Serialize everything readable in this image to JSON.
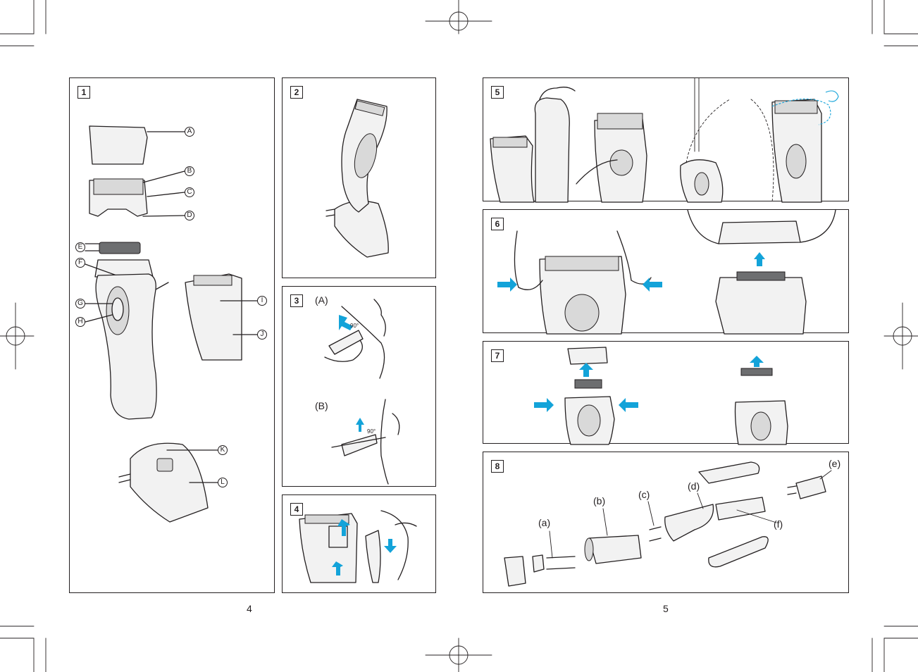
{
  "pages": {
    "left": "4",
    "right": "5"
  },
  "panels": [
    {
      "number": "1",
      "callouts": [
        "A",
        "B",
        "C",
        "D",
        "E",
        "F",
        "G",
        "H",
        "I",
        "J",
        "K",
        "L"
      ]
    },
    {
      "number": "2"
    },
    {
      "number": "3",
      "labels": [
        "(A)",
        "(B)"
      ],
      "angle_labels": [
        "90°",
        "90°"
      ]
    },
    {
      "number": "4"
    },
    {
      "number": "5"
    },
    {
      "number": "6"
    },
    {
      "number": "7"
    },
    {
      "number": "8",
      "parts": [
        "(a)",
        "(b)",
        "(c)",
        "(d)",
        "(e)",
        "(f)"
      ]
    }
  ],
  "accent_color": "#13a3d9",
  "icons": [
    "crop-mark-icon",
    "registration-mark-icon",
    "arrow-icon"
  ]
}
